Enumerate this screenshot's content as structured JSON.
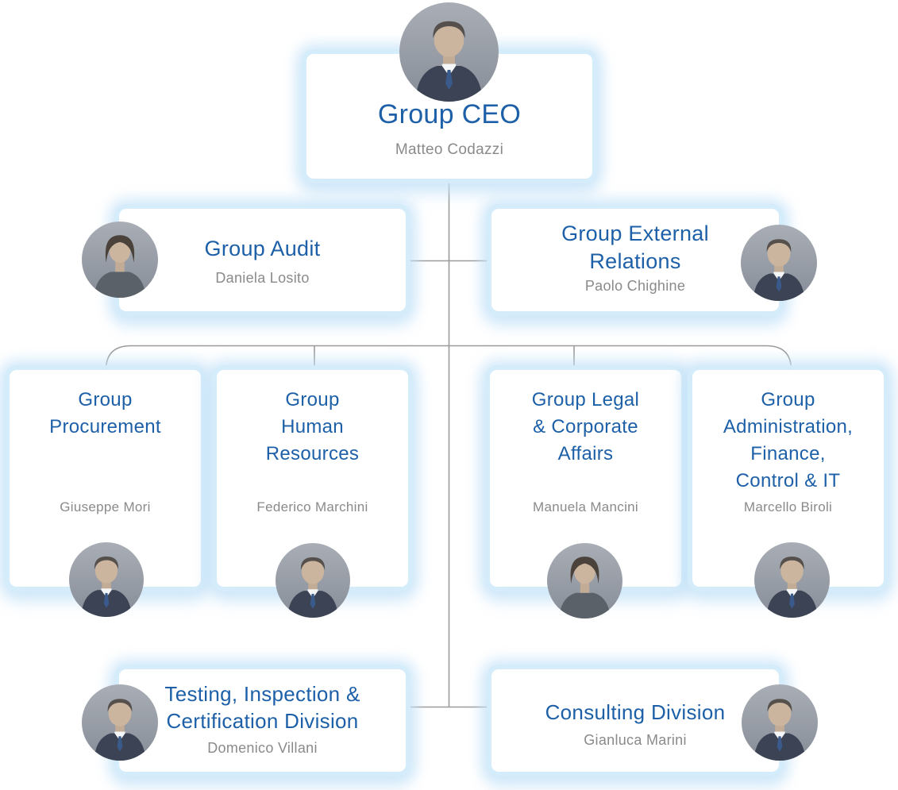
{
  "diagram": {
    "type": "org-chart",
    "cards": [
      {
        "id": "ceo",
        "title": "Group CEO",
        "name": "Matteo Codazzi",
        "photo": "Matteo Codazzi portrait",
        "photo_position": "top"
      },
      {
        "id": "audit",
        "title": "Group Audit",
        "name": "Daniela Losito",
        "photo": "Daniela Losito portrait",
        "photo_position": "left"
      },
      {
        "id": "external-relations",
        "title": "Group External\nRelations",
        "name": "Paolo Chighine",
        "photo": "Paolo Chighine portrait",
        "photo_position": "right"
      },
      {
        "id": "procurement",
        "title": "Group\nProcurement",
        "name": "Giuseppe Mori",
        "photo": "Giuseppe Mori portrait",
        "photo_position": "bottom"
      },
      {
        "id": "human-resources",
        "title": "Group\nHuman\nResources",
        "name": "Federico Marchini",
        "photo": "Federico Marchini portrait",
        "photo_position": "bottom"
      },
      {
        "id": "legal",
        "title": "Group Legal\n& Corporate\nAffairs",
        "name": "Manuela Mancini",
        "photo": "Manuela Mancini portrait",
        "photo_position": "bottom"
      },
      {
        "id": "admin-finance",
        "title": "Group\nAdministration,\nFinance,\nControl & IT",
        "name": "Marcello Biroli",
        "photo": "Marcello Biroli portrait",
        "photo_position": "bottom"
      },
      {
        "id": "tic-division",
        "title": "Testing, Inspection &\nCertification Division",
        "name": "Domenico Villani",
        "photo": "Domenico Villani portrait",
        "photo_position": "left"
      },
      {
        "id": "consulting-division",
        "title": "Consulting Division",
        "name": "Gianluca Marini",
        "photo": "Gianluca Marini portrait",
        "photo_position": "right"
      }
    ],
    "colors": {
      "title_blue": "#1d60a8",
      "name_gray": "#8a8a8a",
      "connector_gray": "#9b9b9b",
      "card_glow_blue": "#cfe7f8",
      "card_background": "#ffffff"
    }
  }
}
